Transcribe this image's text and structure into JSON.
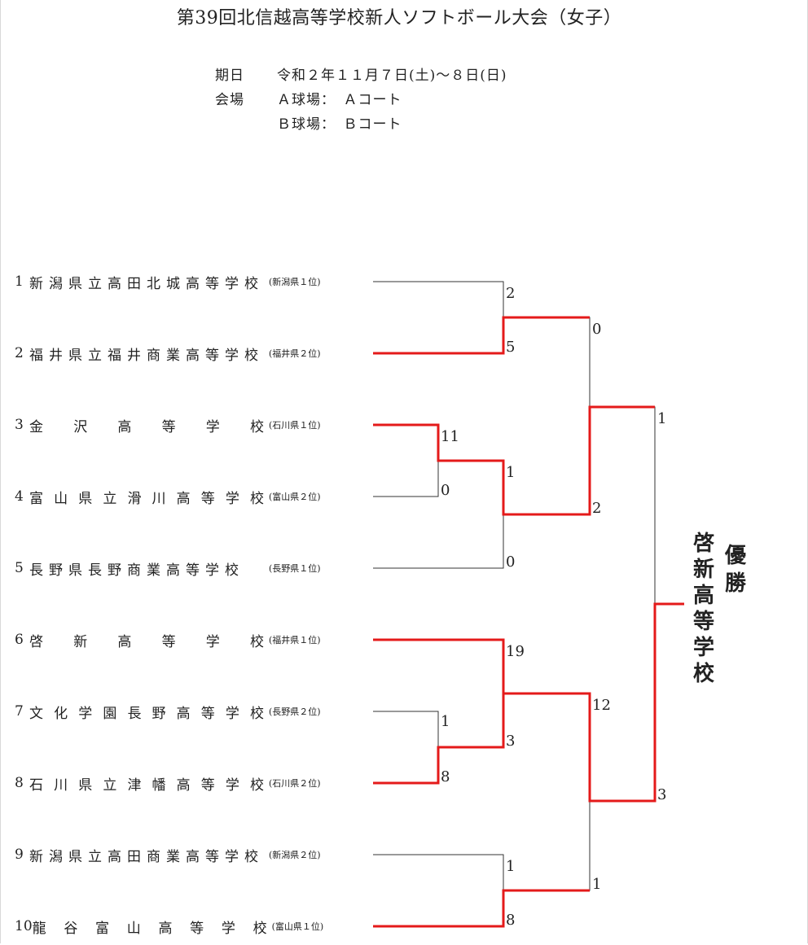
{
  "title": "第39回北信越高等学校新人ソフトボール大会（女子）",
  "info": {
    "date_label": "期日",
    "date_value": "令和２年１１月７日(土)～８日(日)",
    "venue_label": "会場",
    "venue_a": "Ａ球場：　Ａコート",
    "venue_b": "Ｂ球場：　Ｂコート"
  },
  "teams": [
    {
      "num": "1",
      "name": "新潟県立高田北城高等学校",
      "pref": "(新潟県１位)"
    },
    {
      "num": "2",
      "name": "福井県立福井商業高等学校",
      "pref": "(福井県２位)"
    },
    {
      "num": "3",
      "name": "金沢高等学校",
      "pref": "(石川県１位)"
    },
    {
      "num": "4",
      "name": "富山県立滑川高等学校",
      "pref": "(富山県２位)"
    },
    {
      "num": "5",
      "name": "長野県長野商業高等学校",
      "pref": "(長野県１位)"
    },
    {
      "num": "6",
      "name": "啓新高等学校",
      "pref": "(福井県１位)"
    },
    {
      "num": "7",
      "name": "文化学園長野高等学校",
      "pref": "(長野県２位)"
    },
    {
      "num": "8",
      "name": "石川県立津幡高等学校",
      "pref": "(石川県２位)"
    },
    {
      "num": "9",
      "name": "新潟県立高田商業高等学校",
      "pref": "(新潟県２位)"
    },
    {
      "num": "10",
      "name": "龍谷富山高等学校",
      "pref": "(富山県１位)"
    }
  ],
  "scores": {
    "r1_t1": "2",
    "r1_t2": "5",
    "r1_t3": "11",
    "r1_t4": "0",
    "r2_w34": "1",
    "r2_t5": "0",
    "r1_t7": "1",
    "r1_t8": "8",
    "r2_t6": "19",
    "r2_w78": "3",
    "r1_t9": "1",
    "r1_t10": "8",
    "sf_w12": "0",
    "sf_w345": "2",
    "sf_w678": "12",
    "sf_w910": "1",
    "final_top": "1",
    "final_bottom": "3"
  },
  "winner": {
    "label": "優勝",
    "school": "啓新高等学校"
  },
  "colors": {
    "winner_line": "#e41a1a",
    "line": "#333333"
  }
}
